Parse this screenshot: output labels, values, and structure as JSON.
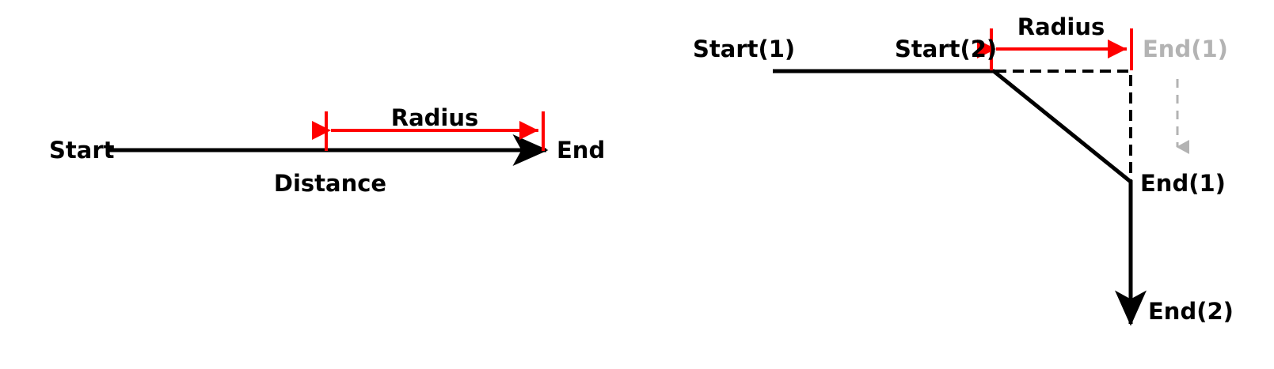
{
  "figure": {
    "title": "Radius and distance geometry diagram",
    "background_color": "#ffffff",
    "colors": {
      "stroke": "#000000",
      "dimension": "#ff0000",
      "ghost": "#b3b3b3"
    }
  },
  "left_panel": {
    "labels": {
      "start": "Start",
      "end": "End",
      "radius": "Radius",
      "distance": "Distance"
    }
  },
  "right_panel": {
    "labels": {
      "start1": "Start(1)",
      "start2": "Start(2)",
      "radius": "Radius",
      "end1_ghost": "End(1)",
      "end1": "End(1)",
      "end2": "End(2)"
    }
  }
}
